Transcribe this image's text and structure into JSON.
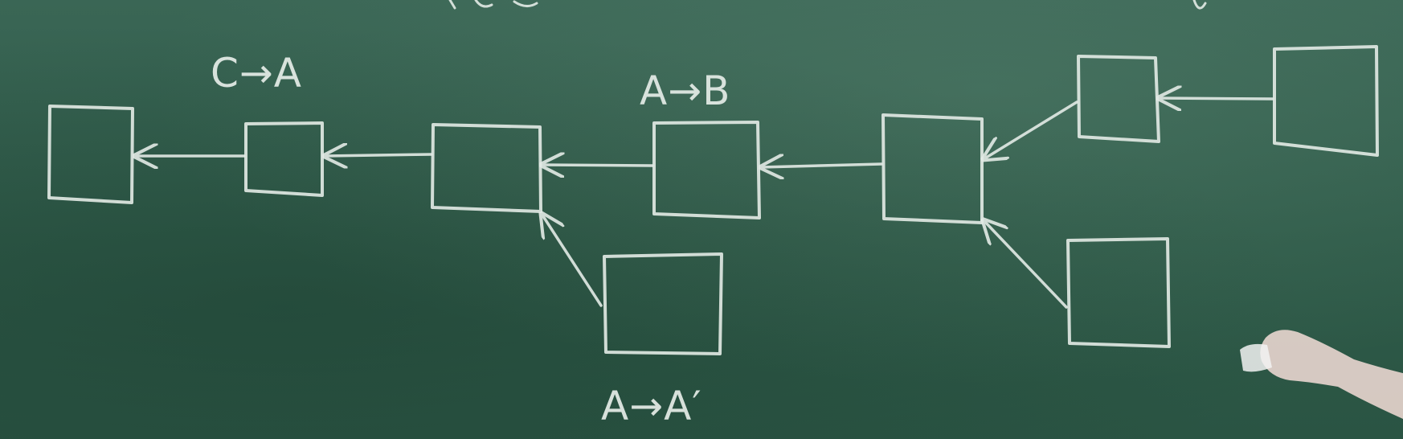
{
  "diagram": {
    "labels": {
      "c_to_a": "C→A",
      "a_to_b": "A→B",
      "a_to_a_prime": "A→A′"
    },
    "nodes": [
      "n1",
      "n2",
      "n3",
      "n4",
      "n5",
      "n6",
      "n7",
      "n8",
      "n9"
    ],
    "edges": [
      {
        "from": "n2",
        "to": "n1"
      },
      {
        "from": "n3",
        "to": "n2"
      },
      {
        "from": "n4",
        "to": "n3"
      },
      {
        "from": "n5",
        "to": "n3"
      },
      {
        "from": "n6",
        "to": "n4"
      },
      {
        "from": "n7",
        "to": "n6"
      },
      {
        "from": "n9",
        "to": "n6"
      },
      {
        "from": "n8",
        "to": "n7"
      }
    ]
  },
  "colors": {
    "board": "#2e5a48",
    "chalk": "#e3ebe6"
  }
}
